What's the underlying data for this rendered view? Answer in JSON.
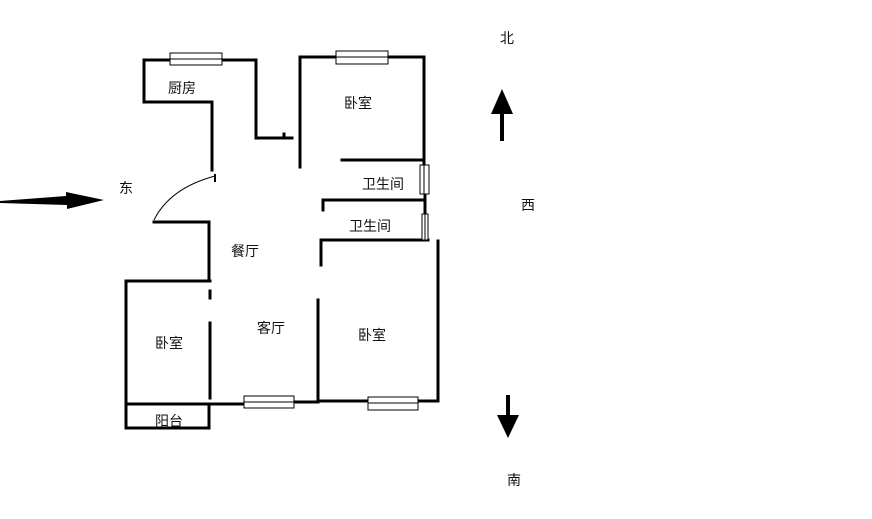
{
  "rooms": {
    "kitchen": "厨房",
    "bedroom_north": "卧室",
    "bathroom_1": "卫生间",
    "bathroom_2": "卫生间",
    "dining": "餐厅",
    "living": "客厅",
    "bedroom_west": "卧室",
    "bedroom_east": "卧室",
    "balcony": "阳台"
  },
  "compass": {
    "north": "北",
    "south": "南",
    "east": "东",
    "west": "西"
  },
  "icons": {
    "entry": "entry-arrow-icon",
    "north": "north-arrow-icon",
    "south": "south-arrow-icon"
  }
}
